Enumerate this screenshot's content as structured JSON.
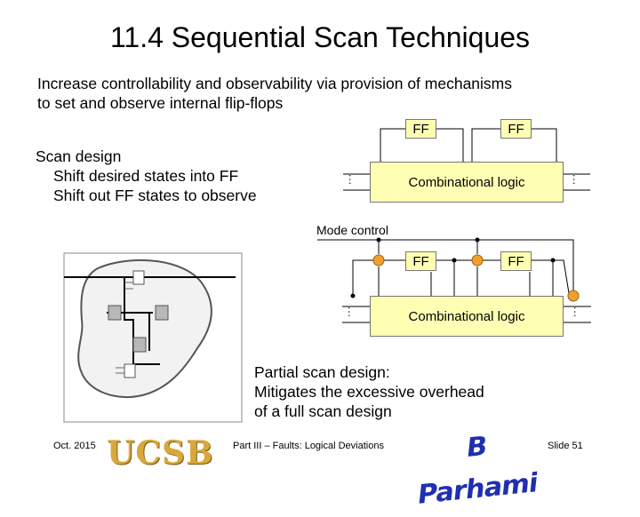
{
  "title": "11.4  Sequential Scan Techniques",
  "intro": {
    "line1": "Increase controllability and observability via provision of mechanisms",
    "line2": "to set and observe internal flip-flops"
  },
  "scan_design": {
    "heading": "Scan design",
    "line1": "Shift desired states into FF",
    "line2": "Shift out FF states to observe"
  },
  "diagram_top": {
    "ff1": "FF",
    "ff2": "FF",
    "logic": "Combinational logic",
    "left_dots": "...",
    "right_dots": "..."
  },
  "mode_control": "Mode control",
  "diagram_bottom": {
    "ff1": "FF",
    "ff2": "FF",
    "logic": "Combinational logic",
    "left_dots": "...",
    "right_dots": "..."
  },
  "partial_scan": {
    "line1": "Partial scan design:",
    "line2": "Mitigates the excessive overhead",
    "line3": "of a full scan design"
  },
  "footer": {
    "date": "Oct. 2015",
    "logo_left": "UCSB",
    "center": "Part III – Faults: Logical Deviations",
    "logo_right": "B Parhami",
    "slide": "Slide 51"
  },
  "colors": {
    "ff_fill": "#ffffb4",
    "mux": "#f0a030",
    "blob_fill": "#f2f2f2",
    "gray_box": "#b8b8b8"
  }
}
